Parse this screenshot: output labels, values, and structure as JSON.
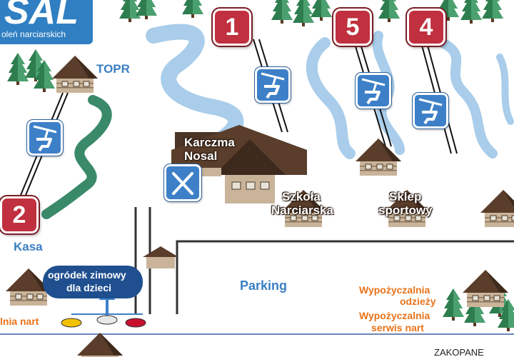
{
  "logo": {
    "title": "SAL",
    "subtitle": "oleń narciarskich"
  },
  "lifts": [
    {
      "number": "1"
    },
    {
      "number": "5"
    },
    {
      "number": "4"
    },
    {
      "number": "2"
    }
  ],
  "labels": {
    "topr": "TOPR",
    "karczma_line1": "Karczma",
    "karczma_line2": "Nosal",
    "szkola_line1": "Szkoła",
    "szkola_line2": "Narciarska",
    "sklep_line1": "Sklep",
    "sklep_line2": "sportowy",
    "kasa": "Kasa",
    "ogrodek_line1": "ogródek zimowy",
    "ogrodek_line2": "dla dzieci",
    "parking": "Parking",
    "wyp_odziezy_line1": "Wypożyczalnia",
    "wyp_odziezy_line2": "odzieży",
    "wyp_serwis_line1": "Wypożyczalnia",
    "wyp_serwis_line2": "serwis nart",
    "wyp_nart": "lnia nart",
    "zakopane": "ZAKOPANE"
  },
  "colors": {
    "slope_blue": "#a9cdea",
    "slope_green": "#3a8a6a",
    "badge_red": "#c0303e",
    "icon_blue": "#3d80c8",
    "label_blue": "#3b7fc4",
    "label_orange": "#e8731a",
    "tree_green": "#2e7d4f"
  },
  "icons": [
    "ski-lift-icon",
    "restaurant-fork-knife-icon",
    "carousel-icon",
    "tree-icon",
    "hut-icon"
  ]
}
